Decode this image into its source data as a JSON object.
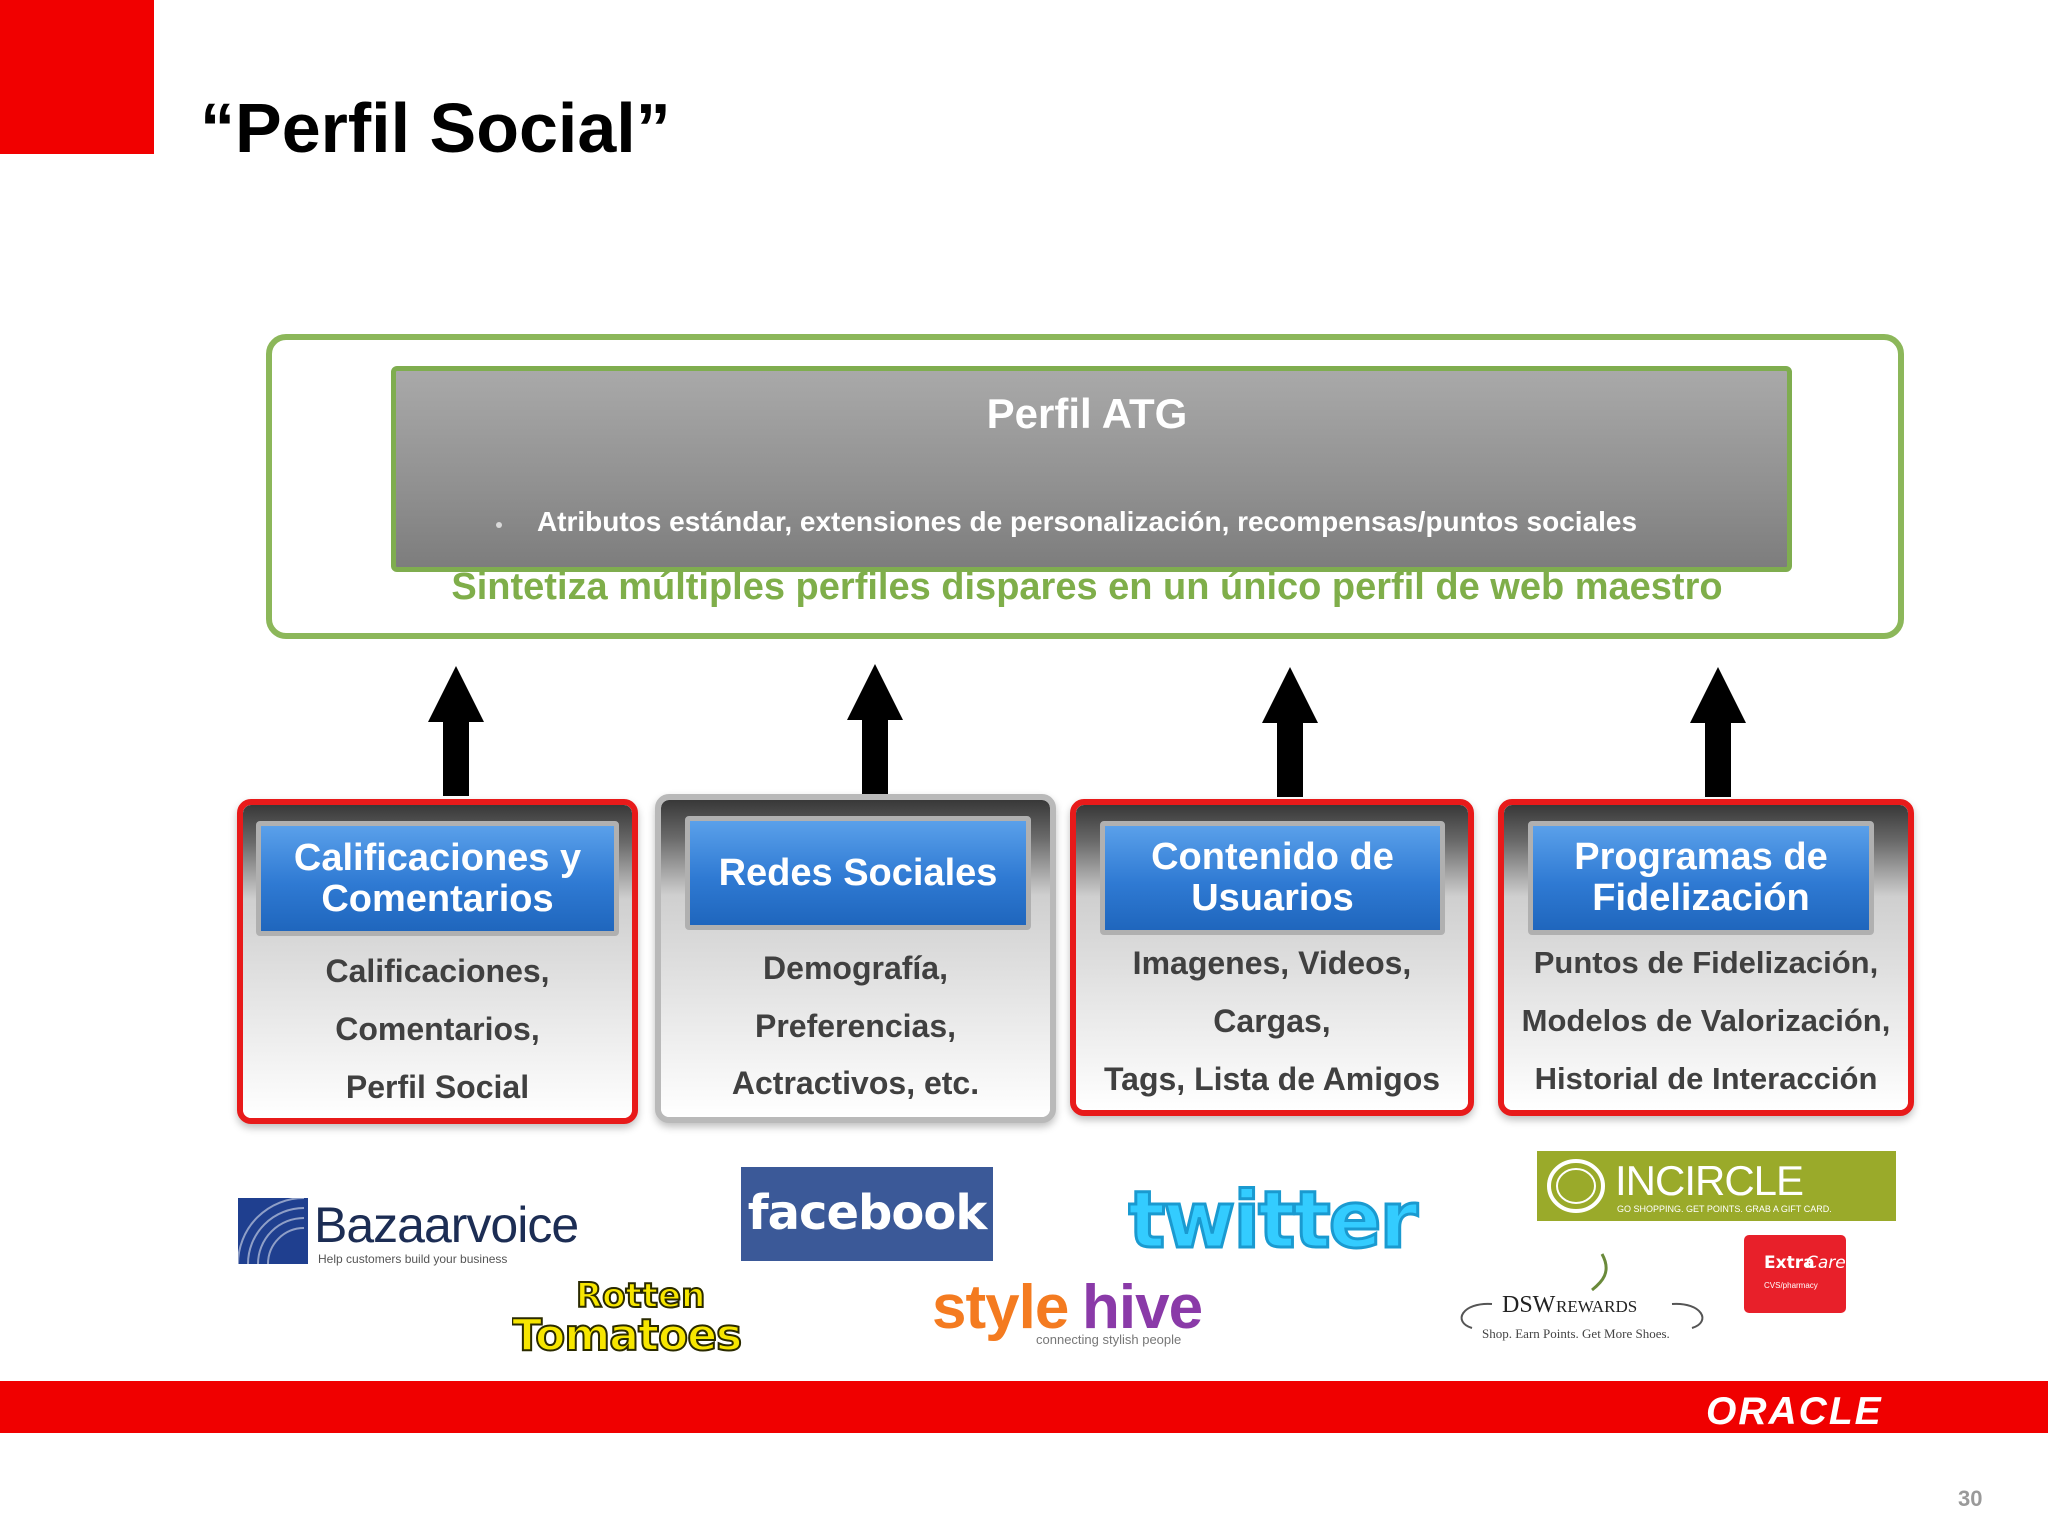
{
  "slide": {
    "title": "“Perfil Social”",
    "page_number": "30",
    "brand": "ORACLE"
  },
  "profile": {
    "title": "Perfil ATG",
    "subtitle": "Atributos estándar, extensiones de personalización, recompensas/puntos sociales",
    "tagline": "Sintetiza  múltiples perfiles dispares en un  único perfil de web maestro"
  },
  "sources": [
    {
      "head_1": "Calificaciones y",
      "head_2": "Comentarios",
      "line_1": "Calificaciones,",
      "line_2": "Comentarios,",
      "line_3": "Perfil Social"
    },
    {
      "head_1": "Redes Sociales",
      "head_2": "",
      "line_1": "Demografía,",
      "line_2": "Preferencias,",
      "line_3": "Actractivos, etc."
    },
    {
      "head_1": "Contenido de",
      "head_2": "Usuarios",
      "line_1": "Imagenes, Videos,",
      "line_2": "Cargas,",
      "line_3": "Tags, Lista de Amigos"
    },
    {
      "head_1": "Programas de",
      "head_2": "Fidelización",
      "line_1": "Puntos de Fidelización,",
      "line_2": "Modelos de Valorización,",
      "line_3": "Historial de Interacción"
    }
  ],
  "logos": {
    "bazaarvoice": {
      "name": "Bazaarvoice",
      "tagline": "Help customers build your business"
    },
    "rotten_tomatoes": {
      "line_1": "Rotten",
      "line_2": "Tomatoes"
    },
    "facebook": {
      "name": "facebook"
    },
    "twitter": {
      "name": "twitter"
    },
    "stylehive": {
      "part_1": "style",
      "part_2": "hive",
      "tagline": "connecting stylish people"
    },
    "incircle": {
      "name": "INCIRCLE",
      "tagline": "GO SHOPPING. GET POINTS. GRAB A GIFT CARD."
    },
    "dsw": {
      "name": "DSW",
      "suffix": "REWARDS",
      "tagline": "Shop. Earn Points. Get More Shoes."
    },
    "extracare": {
      "name_1": "Extra",
      "name_2": "Care",
      "sub": "CVS/pharmacy"
    }
  },
  "colors": {
    "accent_red": "#f10000",
    "frame_green": "#8cb75a",
    "tagline_green": "#7fae4a",
    "header_blue": "#2f7ad3",
    "facebook_blue": "#3b5998",
    "twitter_blue": "#33ccff",
    "stylehive_orange": "#f47b20",
    "stylehive_purple": "#8a3aa8",
    "incircle_olive": "#9aaa2a"
  }
}
